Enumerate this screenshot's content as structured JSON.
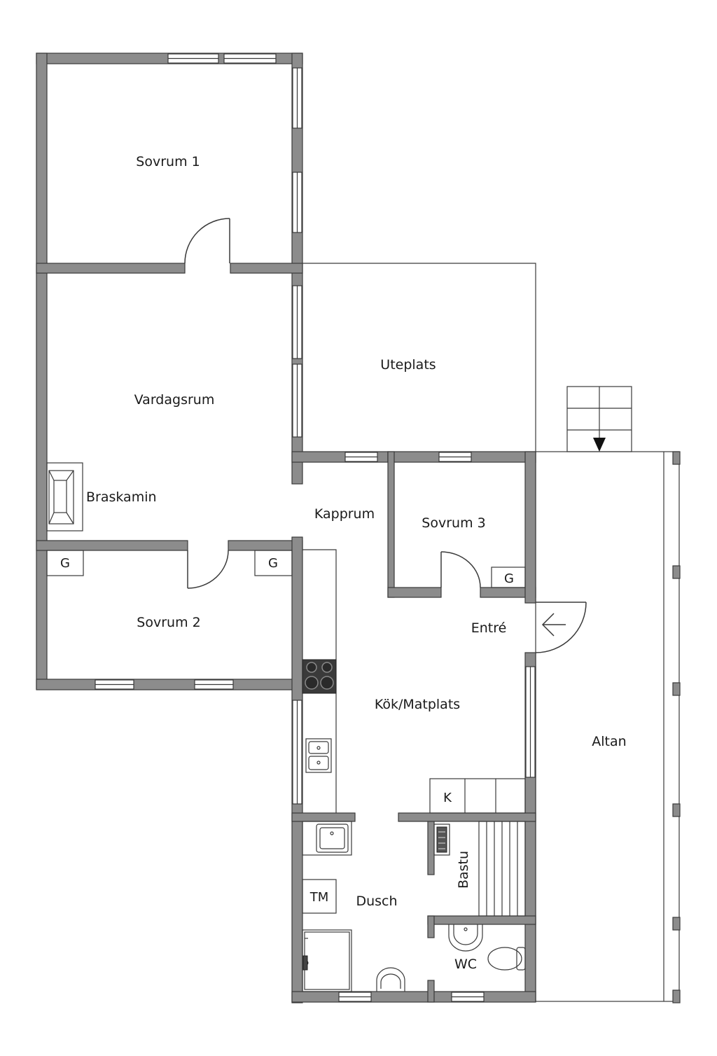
{
  "rooms": {
    "sovrum1": "Sovrum 1",
    "vardagsrum": "Vardagsrum",
    "uteplats": "Uteplats",
    "braskamin": "Braskamin",
    "kapprum": "Kapprum",
    "sovrum3": "Sovrum 3",
    "sovrum2": "Sovrum 2",
    "entre": "Entré",
    "kok": "Kök/Matplats",
    "altan": "Altan",
    "dusch": "Dusch",
    "bastu": "Bastu",
    "wc": "WC"
  },
  "fixtures": {
    "g1": "G",
    "g2": "G",
    "g3": "G",
    "k": "K",
    "tm": "TM"
  },
  "colors": {
    "wall": "#8c8c8c",
    "line": "#3a3a3a"
  }
}
